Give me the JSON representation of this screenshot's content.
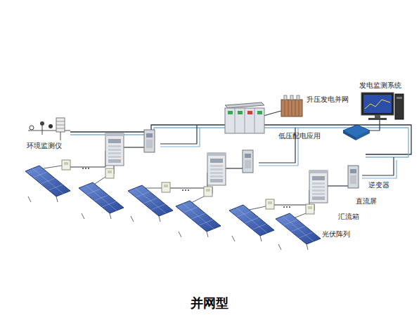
{
  "diagram": {
    "caption": "并网型",
    "labels": [
      "升压发电并网",
      "发电监测系统",
      "环境监测仪",
      "低压配电应用",
      "逆变器",
      "直流屏",
      "汇流箱",
      "光伏阵列"
    ]
  }
}
